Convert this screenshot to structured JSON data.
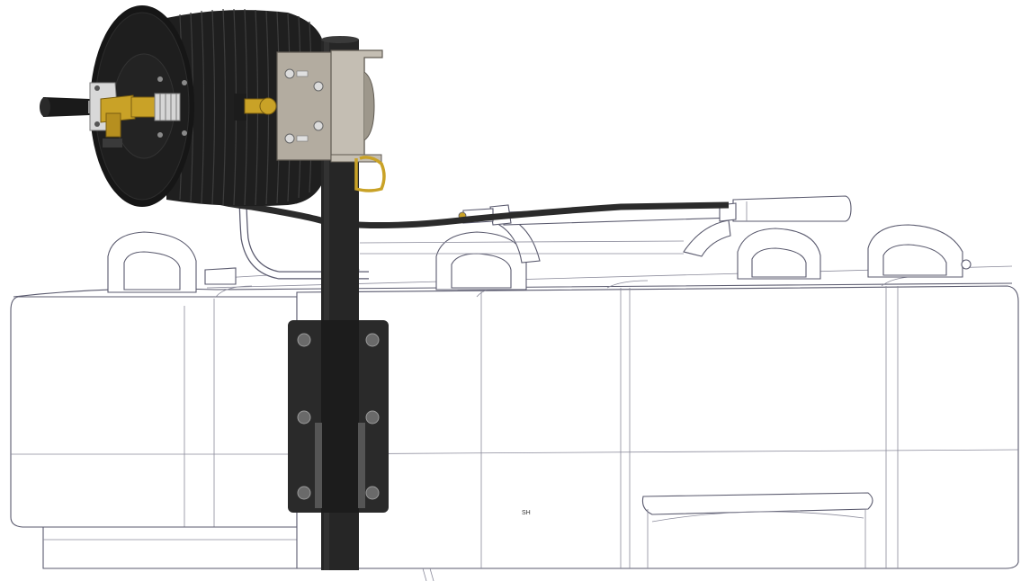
{
  "drawing": {
    "tank_marking": "SH",
    "colors": {
      "background": "#ffffff",
      "tank_wireframe": "#5a5a6e",
      "reel_body": "#1c1c1c",
      "hose": "#2b2b2b",
      "post": "#262626",
      "mounting_plate": "#2a2a2a",
      "bracket": "#b3aca0",
      "brass_fitting": "#c9a227",
      "steel_fitting": "#c8c8c8"
    },
    "components": [
      "hose-reel",
      "reel-crank-handle",
      "swivel-inlet-fitting",
      "reel-mounting-bracket",
      "u-bolt",
      "vertical-post",
      "base-mounting-plate",
      "spray-gun-wand",
      "supply-hose",
      "tank"
    ]
  }
}
